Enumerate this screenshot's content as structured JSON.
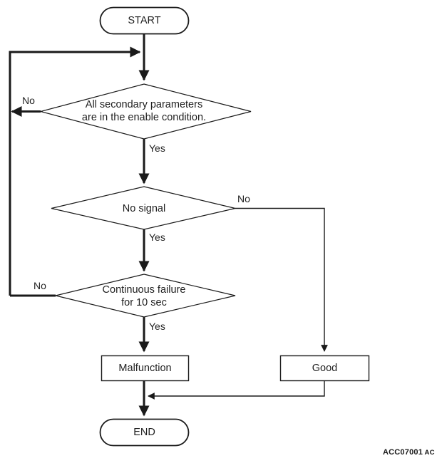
{
  "diagram": {
    "type": "flowchart",
    "title": "",
    "plate_id": "ACC07001",
    "plate_suffix": "AC",
    "colors": {
      "line": "#1a1a1a",
      "text": "#1f1f1f",
      "background": "#ffffff"
    },
    "nodes": {
      "start": {
        "label": "START",
        "shape": "terminator"
      },
      "decision_1": {
        "label": "All secondary parameters\nare in the enable condition.",
        "shape": "decision"
      },
      "decision_2": {
        "label": "No signal",
        "shape": "decision"
      },
      "decision_3": {
        "label": "Continuous failure\nfor 10 sec",
        "shape": "decision"
      },
      "result_malfunction": {
        "label": "Malfunction",
        "shape": "process"
      },
      "result_good": {
        "label": "Good",
        "shape": "process"
      },
      "end": {
        "label": "END",
        "shape": "terminator"
      }
    },
    "edge_labels": {
      "d1_no": "No",
      "d1_yes": "Yes",
      "d2_no": "No",
      "d2_yes": "Yes",
      "d3_no": "No",
      "d3_yes": "Yes"
    }
  }
}
